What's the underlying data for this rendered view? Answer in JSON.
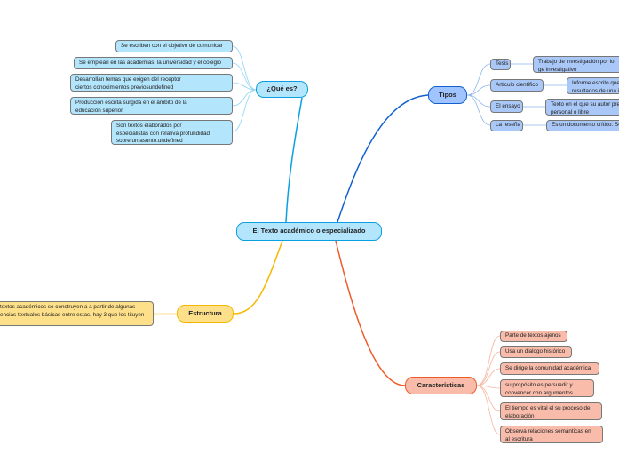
{
  "central": "El Texto académico o especializado",
  "que_es": {
    "title": "¿Qué es?",
    "items": [
      "Se escriben con el objetivo de comunicar",
      "Se emplean en las academias, la universidad y el colegio",
      "Desarrollan temas que exigen del receptor ciertos conocimientos previosundefined",
      "Producción escrita surgida en el ámbito de la educación superior",
      "Son textos elaborados por especialistas con relativa profundidad sobre un asunto.undefined"
    ]
  },
  "tipos": {
    "title": "Tipos",
    "items": [
      {
        "label": "Tesis",
        "desc": "Trabajo de investigación por lo ge investigativo"
      },
      {
        "label": "Artículo científico",
        "desc": "Informe escrito que resultados de una in"
      },
      {
        "label": "El ensayo",
        "desc": "Texto en el que su autor pre personal o libre"
      },
      {
        "label": "La reseña",
        "desc": "Es un documento crítico. Se"
      }
    ]
  },
  "estructura": {
    "title": "Estructura",
    "items": [
      "textos académicos se construyen a a partir de algunas encias textuales básicas entre estas, hay 3 que los tituyen"
    ]
  },
  "caracteristicas": {
    "title": "Características",
    "items": [
      "Parte de textos ajenos",
      "Usa un dialogo histórico",
      "Se dirige la comunidad académica",
      "su propósito es persuadir y convencer con argumentos",
      "El tiempo es vital el su proceso de elaboración",
      "Observa relaciones semánticas en al escritura"
    ]
  },
  "colors": {
    "que_es": "#0aa0e0",
    "tipos": "#1060d0",
    "estructura": "#f5b800",
    "caracteristicas": "#f05a28"
  }
}
